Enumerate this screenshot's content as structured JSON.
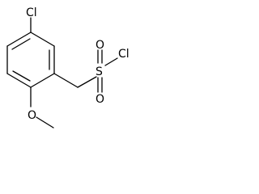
{
  "molecule": {
    "atoms": {
      "cl_ring": "Cl",
      "s": "S",
      "o_top": "O",
      "o_bottom": "O",
      "cl_sulfonyl": "Cl",
      "o_methoxy": "O"
    }
  },
  "colors": {
    "bond": "#000000",
    "text": "#000000",
    "background": "#ffffff"
  }
}
